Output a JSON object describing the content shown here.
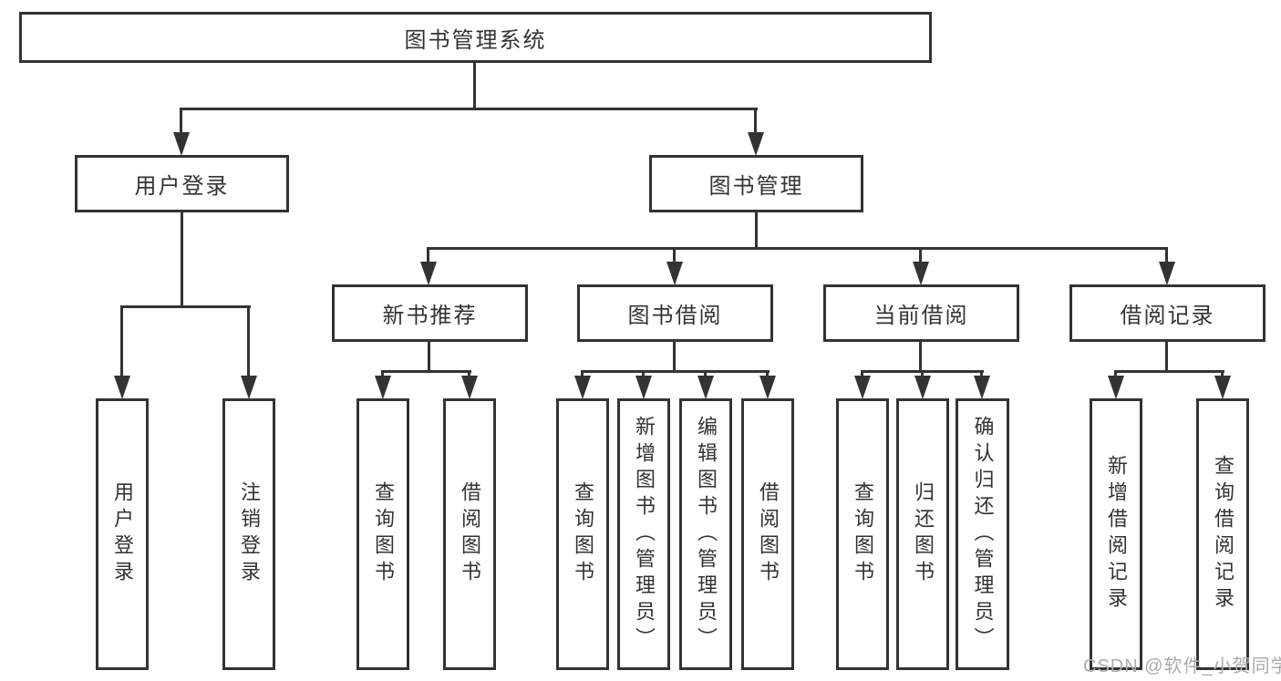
{
  "diagram": {
    "title": "图书管理系统",
    "root": {
      "label": "图书管理系统"
    },
    "level2": [
      {
        "id": "user-login",
        "label": "用户登录"
      },
      {
        "id": "book-management",
        "label": "图书管理"
      }
    ],
    "level3": [
      {
        "id": "new-book-recommend",
        "label": "新书推荐"
      },
      {
        "id": "book-borrow",
        "label": "图书借阅"
      },
      {
        "id": "current-borrow",
        "label": "当前借阅"
      },
      {
        "id": "borrow-records",
        "label": "借阅记录"
      }
    ],
    "leaves": {
      "user_login": [
        {
          "label": "用户登录"
        },
        {
          "label": "注销登录"
        }
      ],
      "new_book_recommend": [
        {
          "label": "查询图书"
        },
        {
          "label": "借阅图书"
        }
      ],
      "book_borrow": [
        {
          "label": "查询图书"
        },
        {
          "label": "新增图书（管理员）"
        },
        {
          "label": "编辑图书（管理员）"
        },
        {
          "label": "借阅图书"
        }
      ],
      "current_borrow": [
        {
          "label": "查询图书"
        },
        {
          "label": "归还图书"
        },
        {
          "label": "确认归还（管理员）"
        }
      ],
      "borrow_records": [
        {
          "label": "新增借阅记录"
        },
        {
          "label": "查询借阅记录"
        }
      ]
    }
  },
  "watermark": {
    "text": "CSDN @软件_小贺同学"
  },
  "colors": {
    "line": "#333333",
    "text": "#333333",
    "watermark": "#ababab",
    "background": "#ffffff"
  }
}
